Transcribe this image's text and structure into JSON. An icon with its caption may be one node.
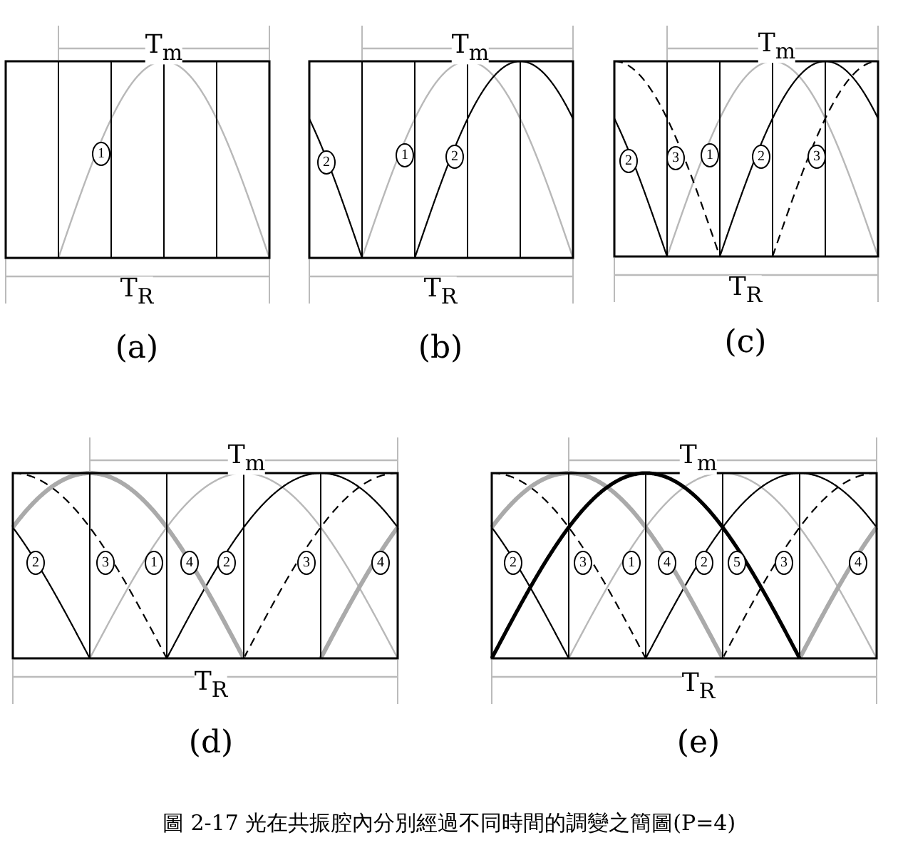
{
  "diagram": {
    "caption": "圖 2-17 光在共振腔內分別經過不同時間的調變之簡圖(P=4)",
    "labels": [
      "T$_{m}$",
      "1",
      "T$_{R}$",
      "(a)",
      "T$_{m}$",
      "2",
      "1",
      "2",
      "T$_{R}$",
      "(b)",
      "T$_{m}$",
      "2",
      "3",
      "1",
      "2",
      "3",
      "T$_{R}$",
      "(c)",
      "T$_{m}$",
      "2",
      "3",
      "1",
      "4",
      "2",
      "3",
      "4",
      "T$_{R}$",
      "(d)",
      "T$_{m}$",
      "2",
      "3",
      "1",
      "4",
      "2",
      "5",
      "3",
      "4",
      "T$_{R}$",
      "(e)"
    ]
  }
}
